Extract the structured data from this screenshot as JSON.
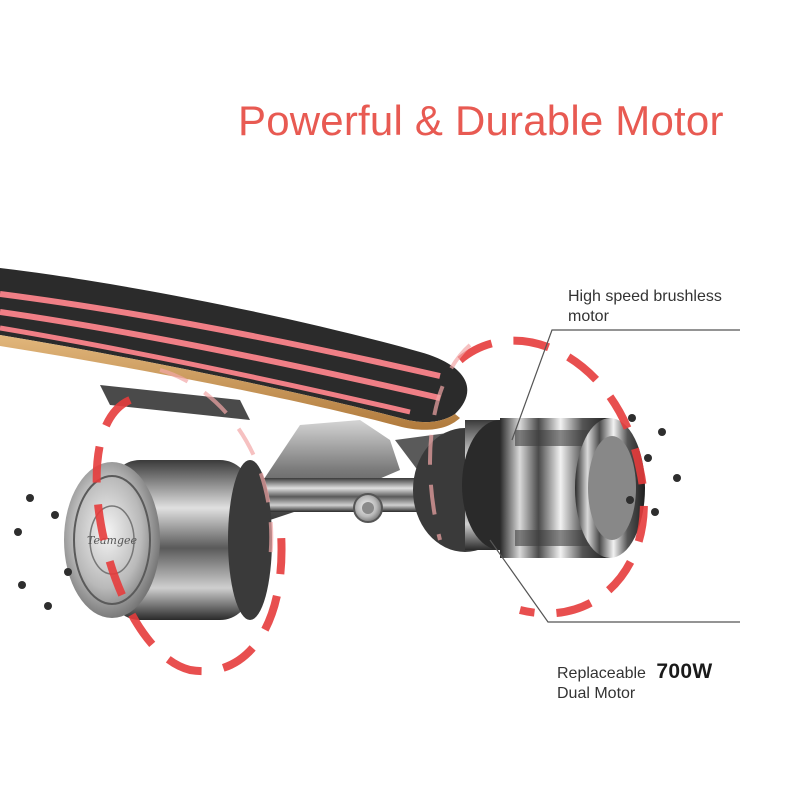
{
  "headline": "Powerful & Durable Motor",
  "callouts": {
    "brushless_line1": "High speed brushless",
    "brushless_line2": "motor",
    "replaceable_prefix": "Replaceable",
    "replaceable_power": "700W",
    "replaceable_line2": "Dual Motor"
  },
  "colors": {
    "accent": "#e85a52",
    "dash": "#e63c3c",
    "deck_grip": "#2b2b2b",
    "deck_wood": "#c99a60",
    "metal": "#8a8a8a",
    "text": "#333333"
  }
}
